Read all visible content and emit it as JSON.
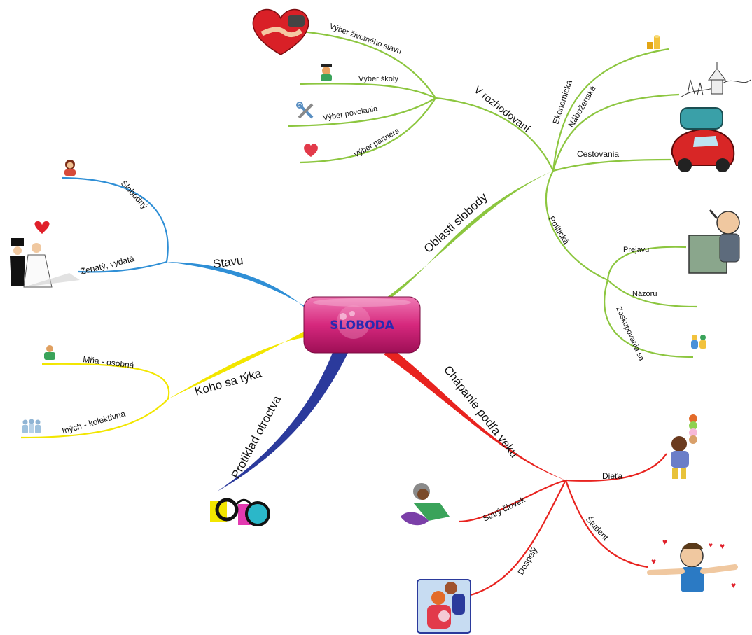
{
  "center": {
    "label": "SLOBODA"
  },
  "branches": {
    "oblasti": {
      "label": "Oblasti slobody",
      "color": "#8cc63f",
      "rozhodovani": {
        "label": "V rozhodovaní",
        "items": [
          "Výber životného stavu",
          "Výber školy",
          "Výber povolania",
          "Výber partnera"
        ]
      },
      "ekonomicka": "Ekonomická",
      "nabozenska": "Náboženská",
      "cestovania": "Cestovania",
      "politicka": {
        "label": "Politická",
        "items": [
          "Prejavu",
          "Názoru",
          "Zoskupovania sa"
        ]
      }
    },
    "stavu": {
      "label": "Stavu",
      "color": "#2f8fd6",
      "items": [
        "Slobodný",
        "Ženatý, vydatá"
      ]
    },
    "koho": {
      "label": "Koho sa týka",
      "color": "#f2e600",
      "items": [
        "Mňa - osobná",
        "Iných - kolektívna"
      ]
    },
    "protiklad": {
      "label": "Protiklad otroctva",
      "color": "#2b3a9c"
    },
    "chapanie": {
      "label": "Chápanie podľa veku",
      "color": "#e8231f",
      "items": [
        "Dieťa",
        "Starý človek",
        "Študent",
        "Dospelý"
      ]
    }
  },
  "icons": [
    "heart-hands-icon",
    "graduate-icon",
    "tools-icon",
    "heart-icon",
    "coins-icon",
    "church-icon",
    "car-icon",
    "speaker-icon",
    "group-icon",
    "woman-icon",
    "wedding-couple-icon",
    "person-icon",
    "people-icon",
    "handcuffs-icon",
    "child-icecream-icon",
    "old-person-icon",
    "student-icon",
    "family-icon"
  ]
}
